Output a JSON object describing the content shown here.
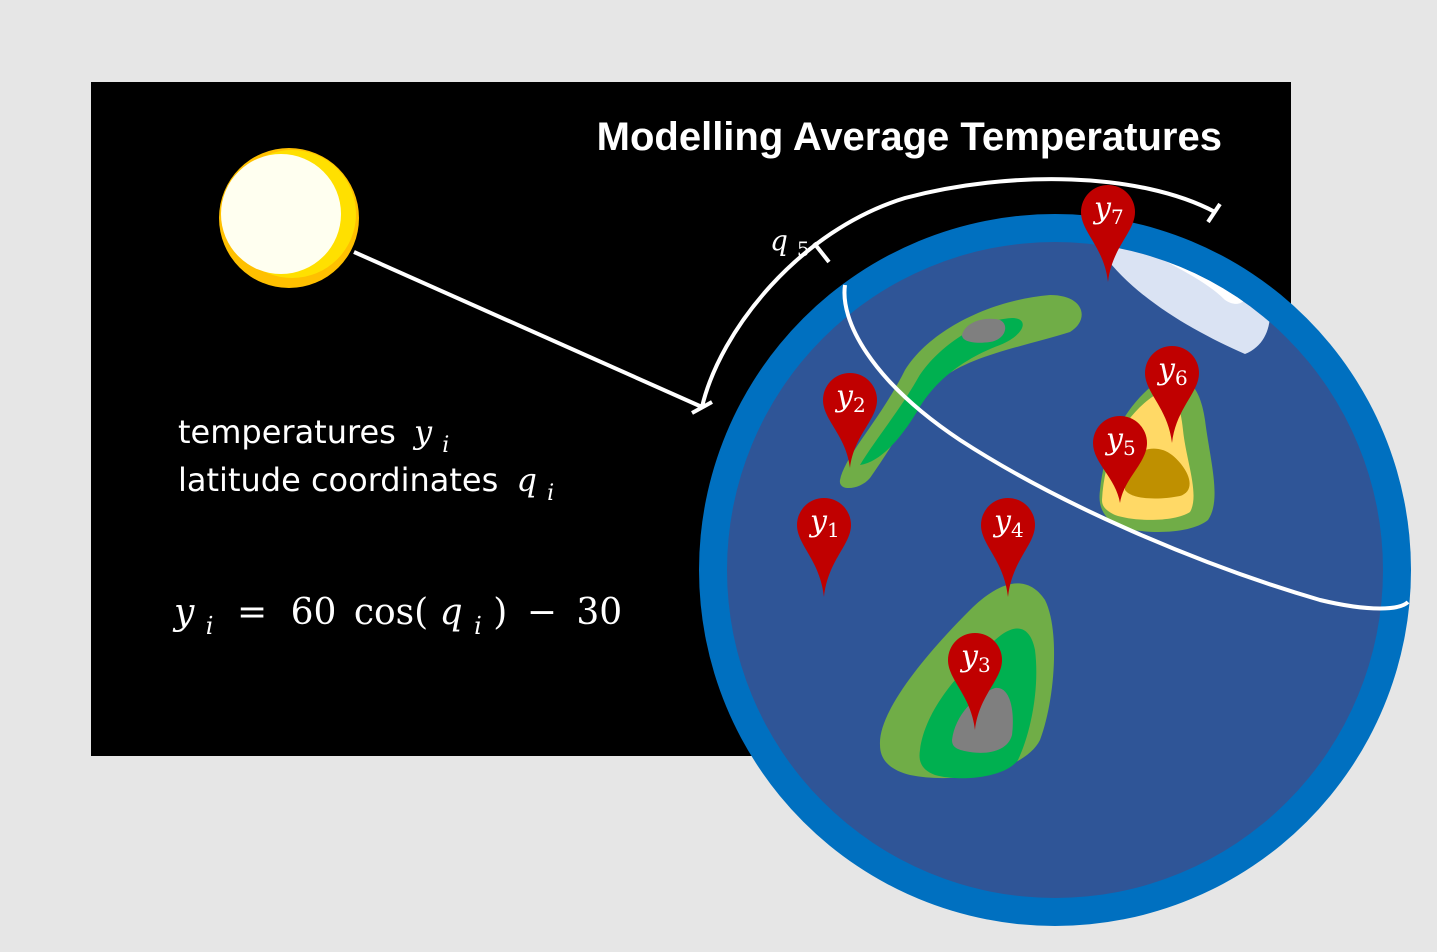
{
  "title": "Modelling Average Temperatures",
  "legend": {
    "line1_text": "temperatures",
    "line1_var": "y",
    "line1_sub": "i",
    "line2_text": "latitude coordinates",
    "line2_var": "q",
    "line2_sub": "i"
  },
  "formula": {
    "lhs_var": "y",
    "lhs_sub": "i",
    "equals": "=",
    "coef": "60",
    "func": "cos(",
    "arg_var": "q",
    "arg_sub": "i",
    "close": ")",
    "minus": "−",
    "const": "30"
  },
  "arc_label": {
    "var": "q",
    "sub": "5"
  },
  "pins": [
    {
      "var": "y",
      "sub": "1"
    },
    {
      "var": "y",
      "sub": "2"
    },
    {
      "var": "y",
      "sub": "3"
    },
    {
      "var": "y",
      "sub": "4"
    },
    {
      "var": "y",
      "sub": "5"
    },
    {
      "var": "y",
      "sub": "6"
    },
    {
      "var": "y",
      "sub": "7"
    }
  ],
  "colors": {
    "background": "#e6e6e6",
    "panel": "#000000",
    "ocean": "#2f5597",
    "ocean_rim": "#0070c0",
    "land_outer": "#70ad47",
    "land_inner": "#00b050",
    "mountain": "#7f7f7f",
    "desert_outer": "#ffd966",
    "desert_inner": "#bf9000",
    "ice": "#dae3f3",
    "pin": "#c00000",
    "sun_outer": "#ffc000",
    "sun_inner": "#fffff0"
  }
}
